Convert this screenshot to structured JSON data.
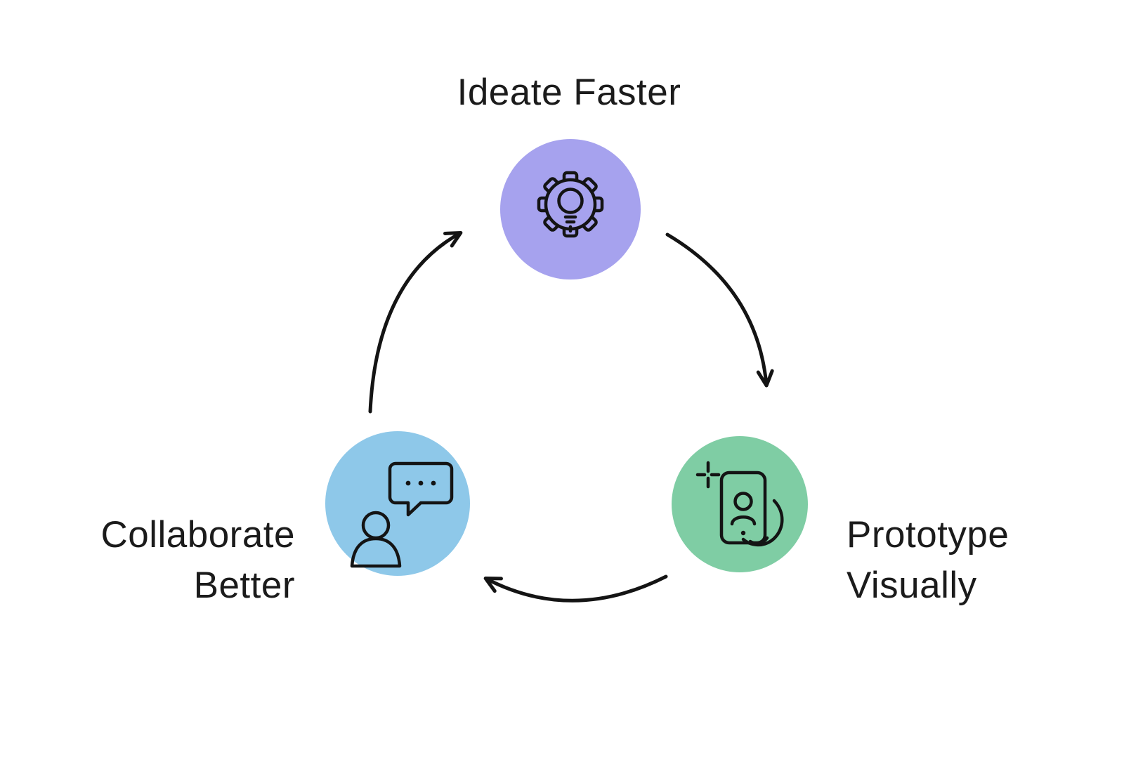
{
  "diagram": {
    "background": "#ffffff",
    "stroke_color": "#141414",
    "nodes": {
      "ideate": {
        "label": "Ideate Faster",
        "color": "#a6a2ee",
        "icon": "gear-lightbulb-icon"
      },
      "prototype": {
        "line1": "Prototype",
        "line2": "Visually",
        "color": "#7fcda4",
        "icon": "phone-in-hand-icon"
      },
      "collaborate": {
        "line1": "Collaborate",
        "line2": "Better",
        "color": "#8ec8e9",
        "icon": "person-speech-bubble-icon"
      }
    },
    "arrows": [
      {
        "from": "ideate",
        "to": "prototype"
      },
      {
        "from": "prototype",
        "to": "collaborate"
      },
      {
        "from": "collaborate",
        "to": "ideate"
      }
    ]
  }
}
